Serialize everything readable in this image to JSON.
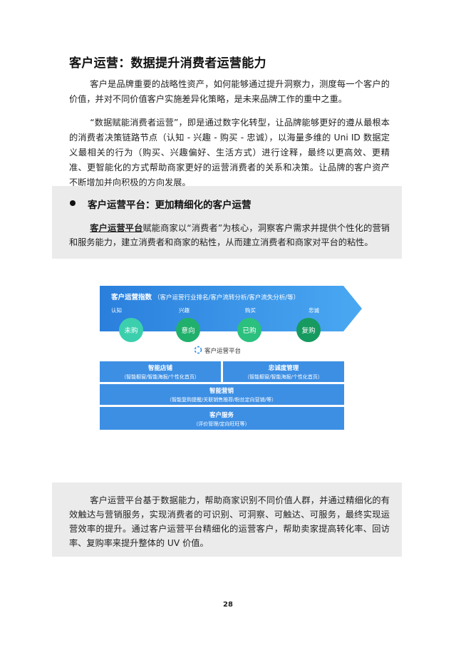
{
  "heading": "客户运营：数据提升消费者运营能力",
  "paragraphs": [
    "客户是品牌重要的战略性资产，如何能够通过提升洞察力，测度每一个客户的价值，并对不同价值客户实施差异化策略，是未来品牌工作的重中之重。",
    "“数据赋能消费者运营”，即是通过数字化转型，让品牌能够更好的遵从最根本的消费者决策链路节点（认知 - 兴趣 - 购买 - 忠诚），以海量多维的 Uni ID 数据定义最相关的行为（购买、兴趣偏好、生活方式）进行诠释，最终以更高效、更精准、更智能化的方式帮助商家更好的运营消费者的关系和决策。让品牌的客户资产不断增加并向积极的方向发展。"
  ],
  "box1": {
    "title": "客户运营平台：更加精细化的客户运营",
    "lead": "客户运营平台",
    "text": "赋能商家以“消费者”为核心，洞察客户需求并提供个性化的营销和服务能力，建立消费者和商家的粘性，从而建立消费者和商家对平台的粘性。"
  },
  "diagram": {
    "arrow_title": "客户运营指数",
    "arrow_sub": "（客户运营行业排名/客户流转分析/客户流失分析/等）",
    "stages": [
      "认知",
      "兴趣",
      "购买",
      "忠诚"
    ],
    "circles": [
      "未购",
      "意向",
      "已购",
      "复购"
    ],
    "platform_label": "客户运营平台",
    "modules": [
      {
        "name": "智能店铺",
        "desc": "（智能橱窗/智能海报/个性化首页）"
      },
      {
        "name": "忠诚度管理",
        "desc": "（智能橱窗/智能海报/个性化首页）"
      },
      {
        "name": "智能营销",
        "desc": "（智能复购提醒/关联销售推荐/粉丝定向营销/等）"
      },
      {
        "name": "客户服务",
        "desc": "（评价管理/定向旺旺等）"
      }
    ],
    "colors": {
      "arrow": "#2f8fe6",
      "module": "#3d8fe4",
      "circle1": "#3bd2b0",
      "circle2": "#22b36f",
      "circle3": "#27bf7c",
      "circle4": "#1a9b63"
    }
  },
  "box2": {
    "text": "客户运营平台基于数据能力，帮助商家识别不同价值人群，并通过精细化的有效触达与营销服务，实现消费者的可识别、可洞察、可触达、可服务，最终实现运营效率的提升。通过客户运营平台精细化的运营客户，帮助卖家提高转化率、回访率、复购率来提升整体的 UV 价值。"
  },
  "page_number": "28"
}
